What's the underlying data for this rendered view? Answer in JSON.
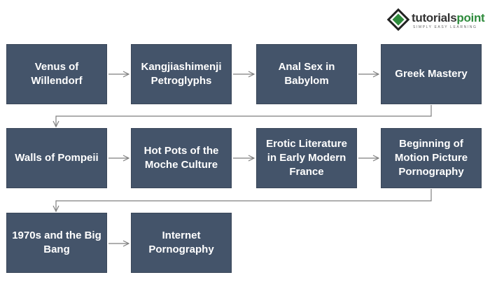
{
  "logo": {
    "name_a": "tutorials",
    "name_b": "point",
    "tagline": "SIMPLY EASY LEARNING"
  },
  "steps": [
    "Venus of Willendorf",
    "Kangjiashimenji Petroglyphs",
    "Anal Sex in Babylom",
    "Greek Mastery",
    "Walls of Pompeii",
    "Hot Pots of the Moche Culture",
    "Erotic Literature in Early Modern France",
    "Beginning of Motion Picture Pornography",
    "1970s and the Big Bang",
    "Internet Pornography"
  ],
  "colors": {
    "box": "#44546a",
    "arrow": "#7f7f7f"
  }
}
